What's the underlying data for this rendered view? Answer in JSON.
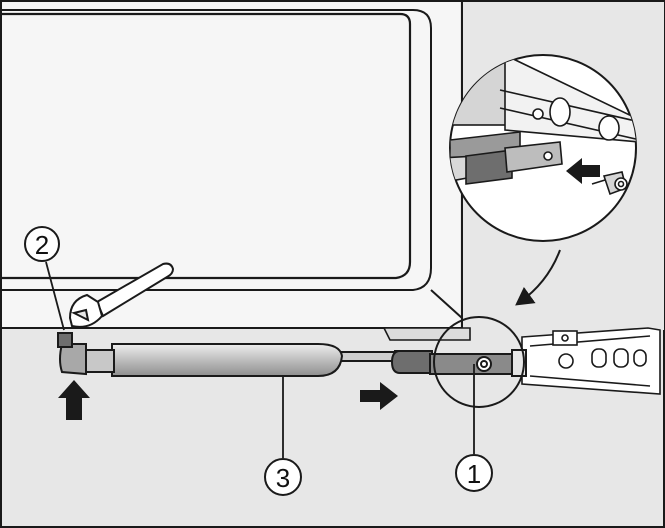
{
  "callouts": {
    "one": "1",
    "two": "2",
    "three": "3"
  },
  "colors": {
    "background": "#e7e7e7",
    "line": "#1a1a1a",
    "part_fill": "#d2d2d2",
    "part_dark": "#6e6e6e",
    "highlight": "#ffffff"
  },
  "icons": {
    "arrow_up": "arrow-up-icon",
    "arrow_right": "arrow-right-icon",
    "wrench": "wrench-icon"
  }
}
